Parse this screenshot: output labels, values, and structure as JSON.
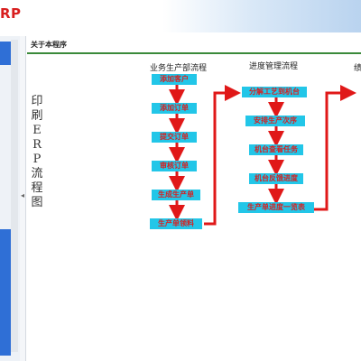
{
  "app": {
    "title": "RP"
  },
  "page": {
    "section_title": "关于本程序",
    "vertical_title": "印刷ERP流程图"
  },
  "flow": {
    "columns": [
      {
        "heading": "业务生产部流程",
        "steps": [
          "添加客户",
          "添加订单",
          "提交订单",
          "审核订单",
          "生成生产单",
          "生产单领料"
        ]
      },
      {
        "heading": "进度管理流程",
        "steps": [
          "分解工艺到机台",
          "安排生产次序",
          "机台查看任务",
          "机台反馈进度",
          "生产单进度一览表"
        ]
      },
      {
        "heading": "绩"
      }
    ]
  },
  "colors": {
    "step_fill": "#22c6e8",
    "step_text": "#d81f1f",
    "arrow": "#e01818",
    "rule": "#3a8a3a"
  }
}
